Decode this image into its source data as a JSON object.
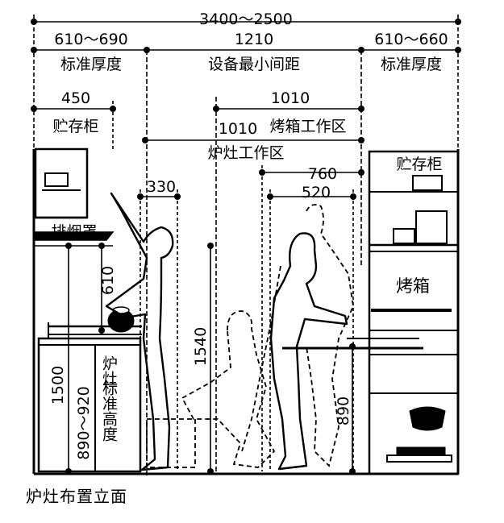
{
  "caption": "炉灶布置立面",
  "dimensions": {
    "total": "3400～2500",
    "left_depth": "610～690",
    "middle_gap": "1210",
    "right_depth": "610～660",
    "cabinet_width": "450",
    "oven_zone": "1010",
    "oven_zone_alt": "1010",
    "reach_330": "330",
    "reach_760": "760",
    "reach_520": "520",
    "hood_610": "610",
    "height_1540": "1540",
    "height_1500": "1500",
    "stove_height": "890～920",
    "counter_890": "890"
  },
  "labels": {
    "std_depth_left": "标准厚度",
    "min_spacing": "设备最小间距",
    "std_depth_right": "标准厚度",
    "storage_left": "贮存柜",
    "storage_right": "贮存柜",
    "oven_work_area": "烤箱工作区",
    "stove_work_area": "炉灶工作区",
    "range_hood": "排烟罩",
    "oven": "烤箱",
    "stove": "炉灶",
    "std_height": "标准高度"
  }
}
